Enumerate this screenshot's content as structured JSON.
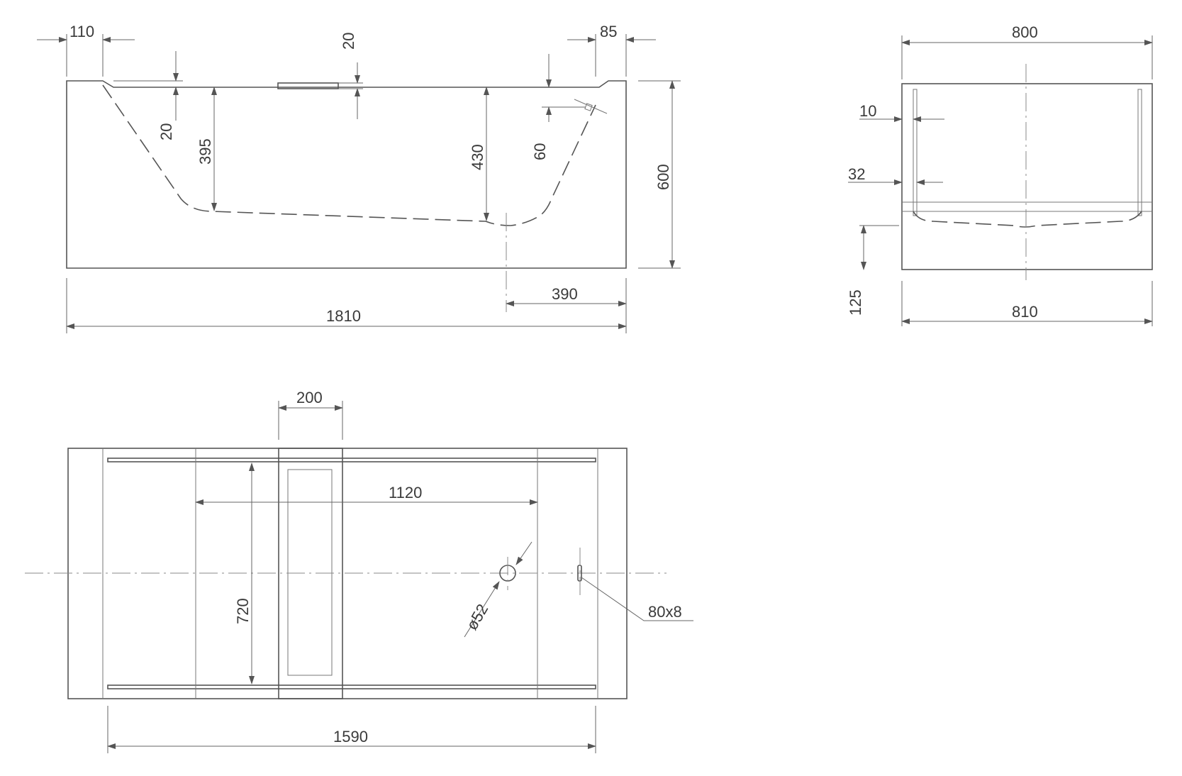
{
  "dimensions": {
    "side_view": {
      "left_rim_offset": "110",
      "top_rim_height_left": "20",
      "overflow_height": "20",
      "right_rim_offset": "85",
      "depth_left": "395",
      "depth_right": "430",
      "overflow_offset": "60",
      "total_height": "600",
      "drain_offset": "390",
      "total_length": "1810"
    },
    "end_view": {
      "inner_width": "800",
      "rail_inset": "10",
      "rail_width": "32",
      "floor_height": "125",
      "total_width": "810"
    },
    "top_view": {
      "tray_width": "200",
      "inner_length": "1120",
      "inner_width": "720",
      "drain_diameter": "ø52",
      "overflow_size": "80x8",
      "rail_length": "1590"
    }
  }
}
